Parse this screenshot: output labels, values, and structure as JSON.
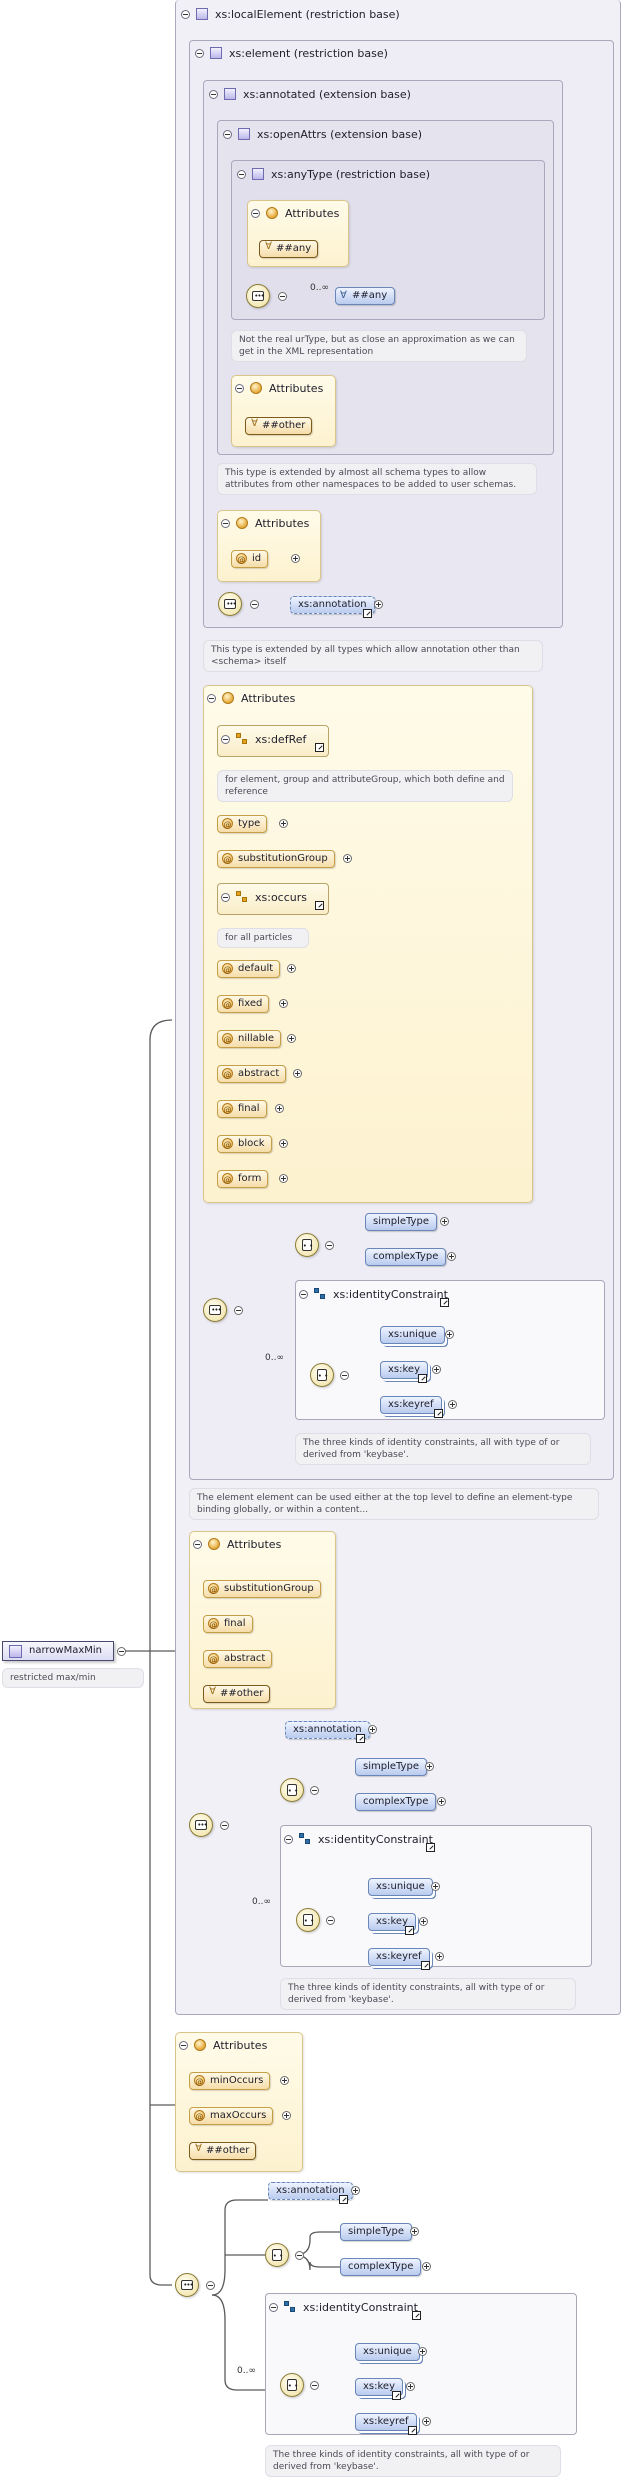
{
  "root": {
    "name": "narrowMaxMin",
    "note": "restricted max/min"
  },
  "local_element": {
    "title": "xs:localElement (restriction base)"
  },
  "element": {
    "title": "xs:element (restriction base)",
    "annotated": {
      "title": "xs:annotated (extension base)",
      "open_attrs": {
        "title": "xs:openAttrs (extension base)",
        "any_type": {
          "title": "xs:anyType (restriction base)",
          "attributes_title": "Attributes",
          "any_attr": "##any",
          "cardinality": "0..∞",
          "any_element": "##any"
        },
        "any_type_note": "Not the real urType, but as close an approximation as we can get in the XML representation",
        "attributes_title": "Attributes",
        "other_attr": "##other"
      },
      "open_attrs_note": "This type is extended by almost all schema types to allow attributes from other namespaces to be added to user schemas.",
      "attributes_title": "Attributes",
      "id_attr": "id",
      "annotation": "xs:annotation"
    },
    "annotated_note": "This type is extended by all types which allow annotation other than <schema> itself",
    "attributes": {
      "title": "Attributes",
      "def_ref": "xs:defRef",
      "def_ref_note": "for element, group and attributeGroup, which both define and reference",
      "type": "type",
      "substitution_group": "substitutionGroup",
      "occurs": "xs:occurs",
      "occurs_note": "for all particles",
      "default": "default",
      "fixed": "fixed",
      "nillable": "nillable",
      "abstract": "abstract",
      "final": "final",
      "block": "block",
      "form": "form"
    },
    "simple_type": "simpleType",
    "complex_type": "complexType",
    "cardinality": "0..∞",
    "identity_constraint": {
      "title": "xs:identityConstraint",
      "unique": "xs:unique",
      "key": "xs:key",
      "keyref": "xs:keyref"
    },
    "identity_note": "The three kinds of identity constraints, all with type of or derived from 'keybase'."
  },
  "element_note": "The element element can be used either at the top level to define an element-type binding globally, or within a content...",
  "local_attributes": {
    "title": "Attributes",
    "substitution_group": "substitutionGroup",
    "final": "final",
    "abstract": "abstract",
    "other": "##other"
  },
  "local_content": {
    "annotation": "xs:annotation",
    "simple_type": "simpleType",
    "complex_type": "complexType",
    "cardinality": "0..∞",
    "identity_constraint": {
      "title": "xs:identityConstraint",
      "unique": "xs:unique",
      "key": "xs:key",
      "keyref": "xs:keyref"
    },
    "identity_note": "The three kinds of identity constraints, all with type of or derived from 'keybase'."
  },
  "narrow_attributes": {
    "title": "Attributes",
    "min_occurs": "minOccurs",
    "max_occurs": "maxOccurs",
    "other": "##other"
  },
  "narrow_content": {
    "annotation": "xs:annotation",
    "simple_type": "simpleType",
    "complex_type": "complexType",
    "cardinality": "0..∞",
    "identity_constraint": {
      "title": "xs:identityConstraint",
      "unique": "xs:unique",
      "key": "xs:key",
      "keyref": "xs:keyref"
    },
    "identity_note": "The three kinds of identity constraints, all with type of or derived from 'keybase'."
  }
}
